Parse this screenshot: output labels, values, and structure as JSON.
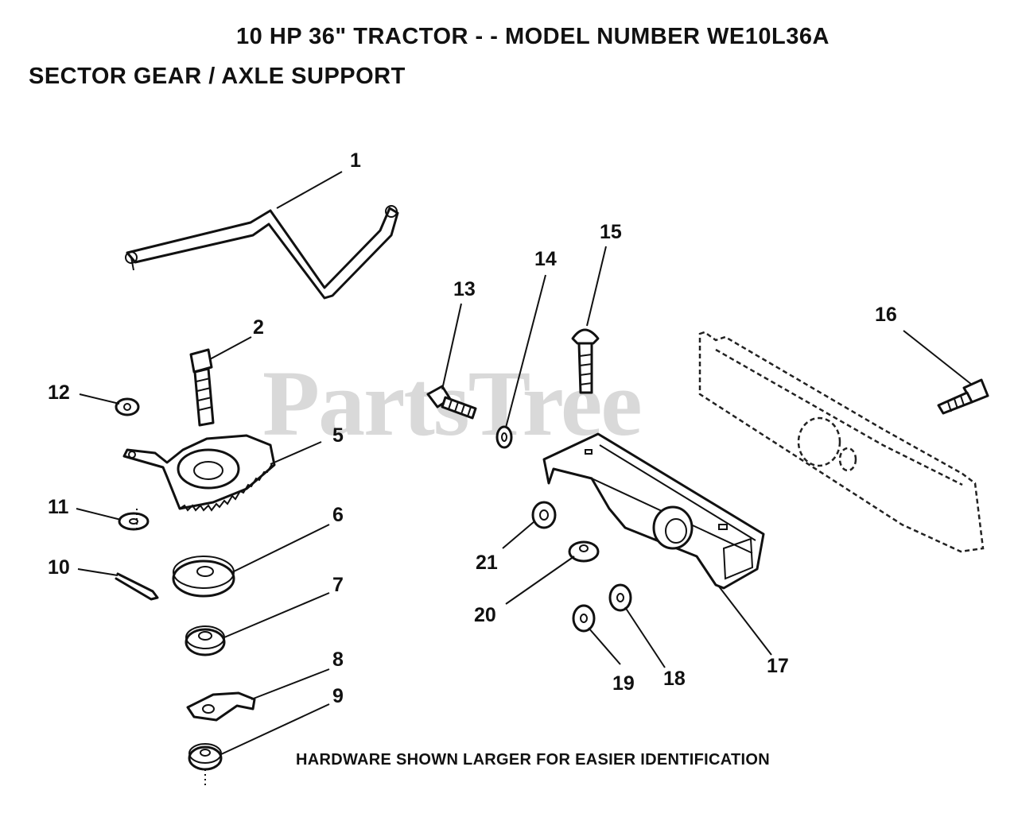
{
  "header": {
    "title": "10 HP 36\" TRACTOR - - MODEL NUMBER WE10L36A",
    "subtitle": "SECTOR GEAR / AXLE SUPPORT"
  },
  "watermark": "PartsTree",
  "footnote": "HARDWARE SHOWN LARGER FOR EASIER IDENTIFICATION",
  "callouts": [
    "1",
    "2",
    "5",
    "6",
    "7",
    "8",
    "9",
    "10",
    "11",
    "12",
    "13",
    "14",
    "15",
    "16",
    "17",
    "18",
    "19",
    "20",
    "21"
  ]
}
